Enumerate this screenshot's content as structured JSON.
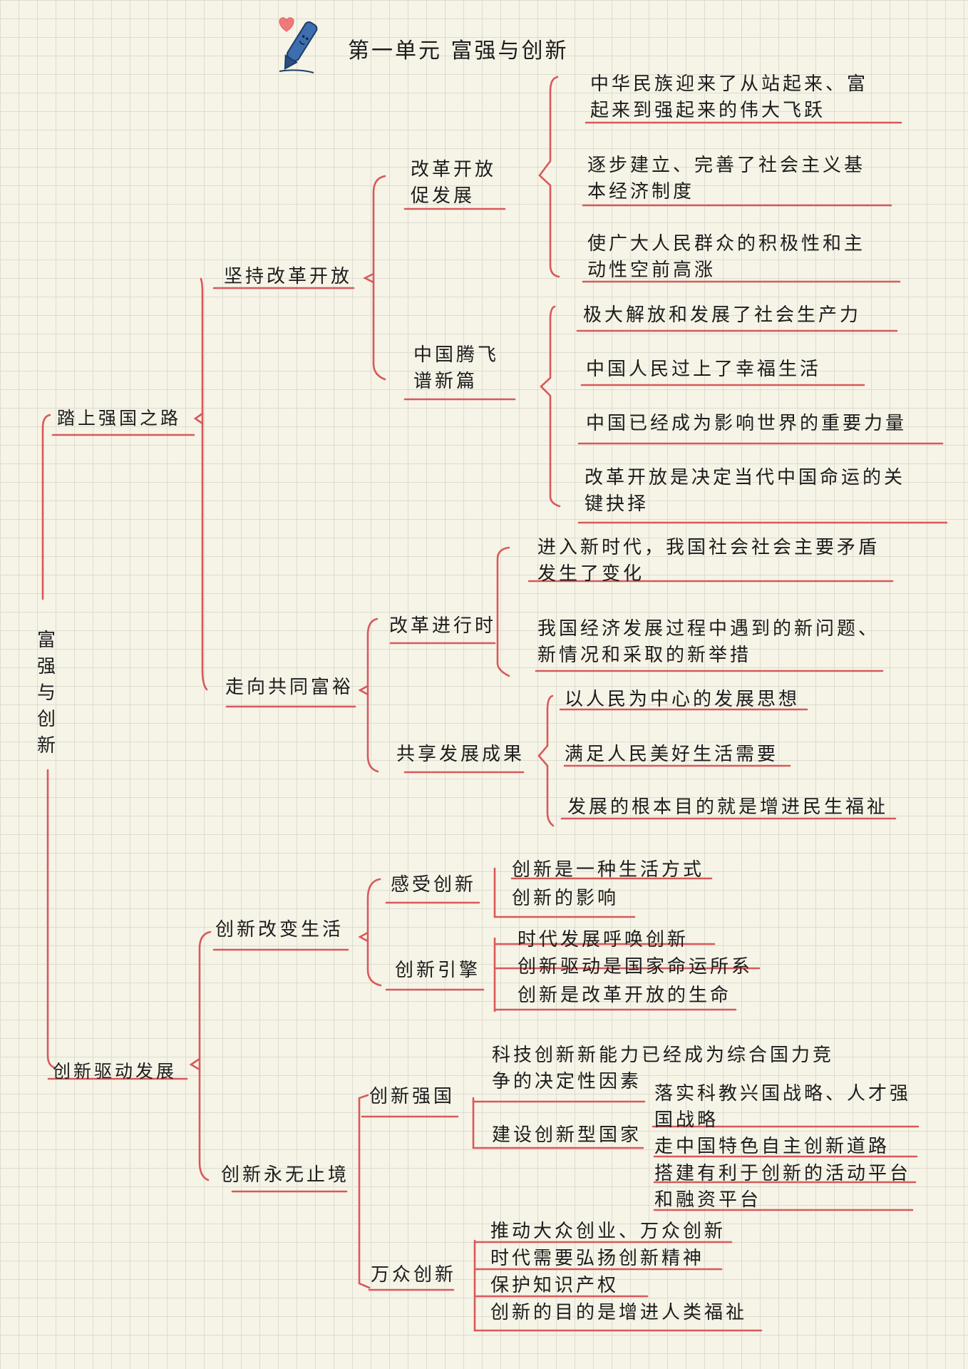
{
  "title": "第一单元 富强与创新",
  "root": "富强与创新",
  "branches": [
    {
      "label": "踏上强国之路",
      "children": [
        {
          "label": "坚持改革开放",
          "children": [
            {
              "label": [
                "改革开放",
                "促发展"
              ],
              "items": [
                [
                  "中华民族迎来了从站起来、富",
                  "起来到强起来的伟大飞跃"
                ],
                [
                  "逐步建立、完善了社会主义基",
                  "本经济制度"
                ],
                [
                  "使广大人民群众的积极性和主",
                  "动性空前高涨"
                ]
              ]
            },
            {
              "label": [
                "中国腾飞",
                "谱新篇"
              ],
              "items": [
                [
                  "极大解放和发展了社会生产力"
                ],
                [
                  "中国人民过上了幸福生活"
                ],
                [
                  "中国已经成为影响世界的重要力量"
                ],
                [
                  "改革开放是决定当代中国命运的关",
                  "键抉择"
                ]
              ]
            }
          ]
        },
        {
          "label": "走向共同富裕",
          "children": [
            {
              "label": [
                "改革进行时"
              ],
              "items": [
                [
                  "进入新时代，我国社会社会主要矛盾",
                  "发生了变化"
                ],
                [
                  "我国经济发展过程中遇到的新问题、",
                  "新情况和采取的新举措"
                ]
              ]
            },
            {
              "label": [
                "共享发展成果"
              ],
              "items": [
                [
                  "以人民为中心的发展思想"
                ],
                [
                  "满足人民美好生活需要"
                ],
                [
                  "发展的根本目的就是增进民生福祉"
                ]
              ]
            }
          ]
        }
      ]
    },
    {
      "label": "创新驱动发展",
      "children": [
        {
          "label": "创新改变生活",
          "children": [
            {
              "label": [
                "感受创新"
              ],
              "items": [
                [
                  "创新是一种生活方式"
                ],
                [
                  "创新的影响"
                ]
              ]
            },
            {
              "label": [
                "创新引擎"
              ],
              "items": [
                [
                  "时代发展呼唤创新"
                ],
                [
                  "创新驱动是国家命运所系"
                ],
                [
                  "创新是改革开放的生命"
                ]
              ]
            }
          ]
        },
        {
          "label": "创新永无止境",
          "children": [
            {
              "label": [
                "创新强国"
              ],
              "items": [
                [
                  "科技创新新能力已经成为综合国力竞",
                  "争的决定性因素"
                ]
              ],
              "sub": {
                "label": "建设创新型国家",
                "items": [
                  [
                    "落实科教兴国战略、人才强",
                    "国战略"
                  ],
                  [
                    "走中国特色自主创新道路"
                  ],
                  [
                    "搭建有利于创新的活动平台",
                    "和融资平台"
                  ]
                ]
              }
            },
            {
              "label": [
                "万众创新"
              ],
              "items": [
                [
                  "推动大众创业、万众创新"
                ],
                [
                  "时代需要弘扬创新精神"
                ],
                [
                  "保护知识产权"
                ],
                [
                  "创新的目的是增进人类福祉"
                ]
              ]
            }
          ]
        }
      ]
    }
  ],
  "colors": {
    "line": "#d8595b",
    "text": "#1c1c1c",
    "bg": "#f6f4e7",
    "grid": "#dedbd0",
    "pen": "#3d6fb0",
    "heart": "#f07a7a"
  }
}
